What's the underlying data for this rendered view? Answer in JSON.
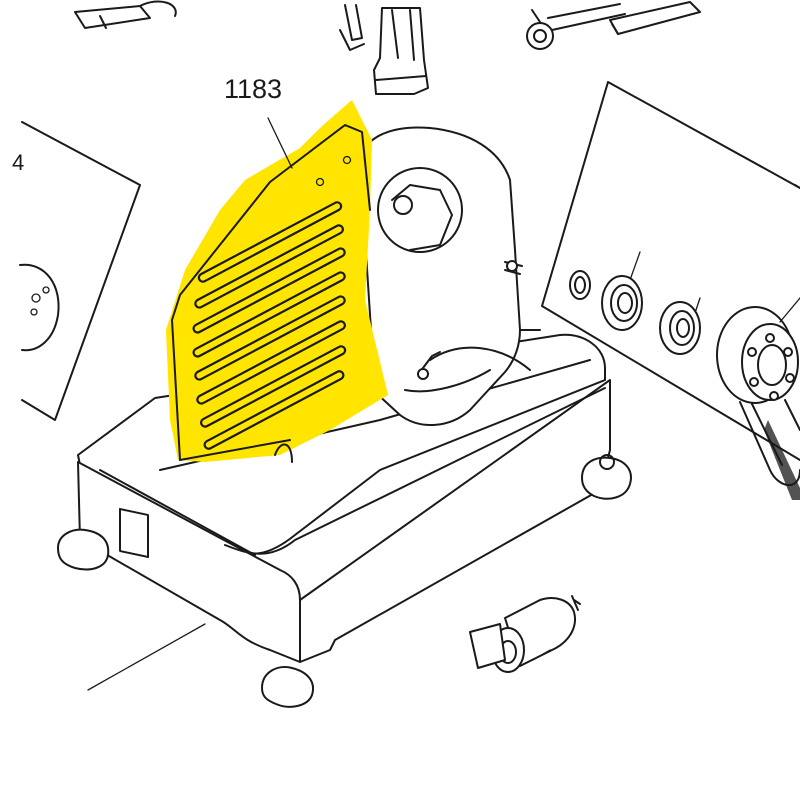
{
  "diagram": {
    "callout": {
      "part_number": "1183"
    },
    "edge_label": "4",
    "highlight_color": "#ffe500",
    "line_color": "#1a1a1a",
    "background": "#ffffff",
    "highlighted_part": "side-cover-plate"
  }
}
